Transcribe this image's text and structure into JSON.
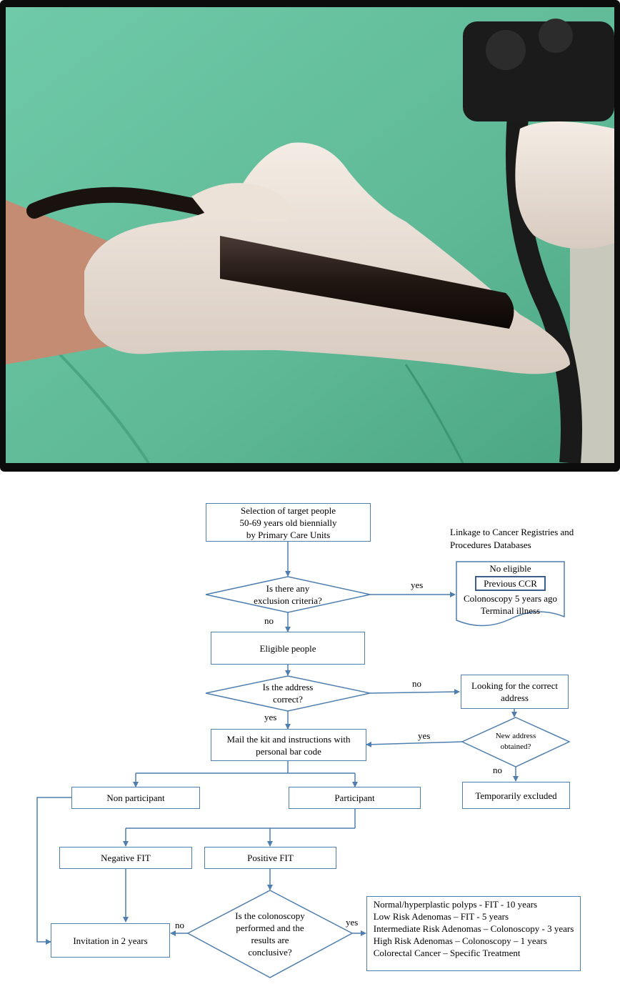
{
  "photo": {
    "description_icon": "endoscope-photo"
  },
  "flowchart": {
    "selection": [
      "Selection of target people",
      "50-69 years old biennially",
      "by Primary Care Units"
    ],
    "linkage": [
      "Linkage to Cancer Registries and",
      "Procedures Databases"
    ],
    "exclusion_question": [
      "Is there any",
      "exclusion criteria?"
    ],
    "no_eligible": {
      "title": "No eligible",
      "ccr": "Previous CCR",
      "items": [
        "Colonoscopy 5 years ago",
        "Terminal illness"
      ]
    },
    "eligible": "Eligible people",
    "address_question": [
      "Is the address",
      "correct?"
    ],
    "looking_address": [
      "Looking for the correct",
      "address"
    ],
    "new_address_question": [
      "New address",
      "obtained?"
    ],
    "mail_kit": [
      "Mail the kit and instructions with",
      "personal bar code"
    ],
    "temporarily_excluded": "Temporarily excluded",
    "non_participant": "Non participant",
    "participant": "Participant",
    "negative_fit": "Negative FIT",
    "positive_fit": "Positive FIT",
    "colonoscopy_question": [
      "Is the colonoscopy",
      "performed and  the",
      "results are",
      "conclusive?"
    ],
    "invitation": "Invitation in 2 years",
    "outcomes": [
      "Normal/hyperplastic polyps  -  FIT - 10 years",
      "Low Risk Adenomas – FIT - 5 years",
      "Intermediate Risk Adenomas – Colonoscopy  - 3 years",
      "High Risk Adenomas – Colonoscopy – 1 years",
      "Colorectal Cancer – Specific Treatment"
    ],
    "labels": {
      "yes_exclusion": "yes",
      "no_exclusion": "no",
      "no_address": "no",
      "yes_address": "yes",
      "yes_new_address": "yes",
      "no_new_address": "no",
      "no_colonoscopy": "no",
      "yes_colonoscopy": "yes"
    },
    "colors": {
      "stroke": "#4f7fae",
      "arrow": "#4f7fae",
      "text": "#000000"
    }
  }
}
